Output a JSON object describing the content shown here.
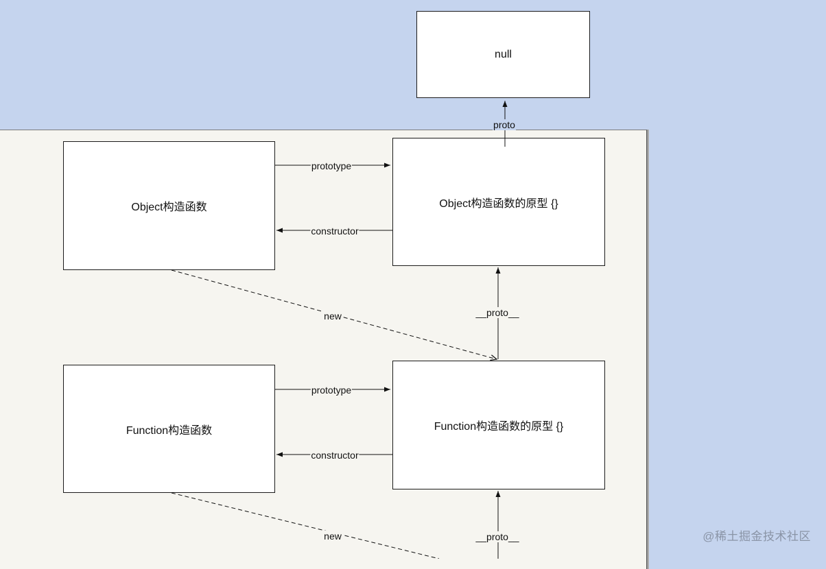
{
  "nodes": {
    "null": "null",
    "object_constructor": "Object构造函数",
    "object_prototype": "Object构造函数的原型 {}",
    "function_constructor": "Function构造函数",
    "function_prototype": "Function构造函数的原型 {}"
  },
  "edges": {
    "proto_to_null": "proto",
    "object_prototype": "prototype",
    "object_constructor": "constructor",
    "object_new": "new",
    "function_proto_to_object": "__proto__",
    "function_prototype": "prototype",
    "function_constructor": "constructor",
    "function_new": "new",
    "function_proto_down": "__proto__"
  },
  "watermark": "@稀土掘金技术社区",
  "colors": {
    "background": "#c5d4ee",
    "canvas": "#f6f5f0",
    "box": "#ffffff",
    "line": "#111111"
  }
}
